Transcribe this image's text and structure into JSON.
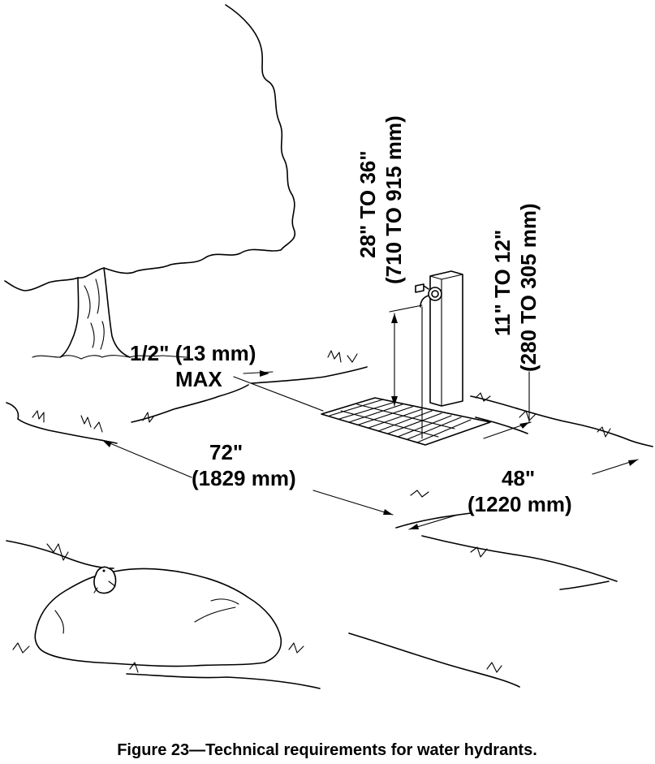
{
  "figure": {
    "caption": "Figure 23—Technical requirements for water hydrants.",
    "dimensions": {
      "grate_gap": {
        "line1": "1/2\" (13 mm)",
        "line2": "MAX"
      },
      "spout_height": {
        "line1": "28\" TO 36\"",
        "line2": "(710 TO 915 mm)"
      },
      "hydrant_offset": {
        "line1": "11\" TO 12\"",
        "line2": "(280 TO 305 mm)"
      },
      "pad_length": {
        "line1": "72\"",
        "line2": "(1829 mm)"
      },
      "pad_width": {
        "line1": "48\"",
        "line2": "(1220 mm)"
      }
    }
  }
}
